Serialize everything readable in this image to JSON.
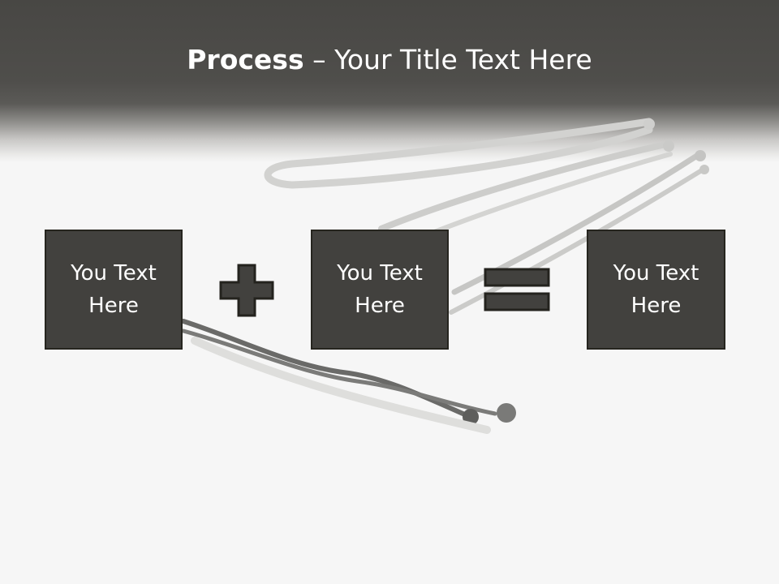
{
  "title": {
    "bold": "Process",
    "dash": "–",
    "rest": "Your Title Text Here"
  },
  "boxes": [
    {
      "text": "You Text Here"
    },
    {
      "text": "You Text Here"
    },
    {
      "text": "You Text Here"
    }
  ],
  "operators": {
    "plus": "plus-sign-icon",
    "equals": "equals-sign-icon"
  },
  "colors": {
    "box_fill": "#42413e",
    "box_border": "#26251f",
    "header": "#4b4a47",
    "background": "#f6f6f6"
  }
}
